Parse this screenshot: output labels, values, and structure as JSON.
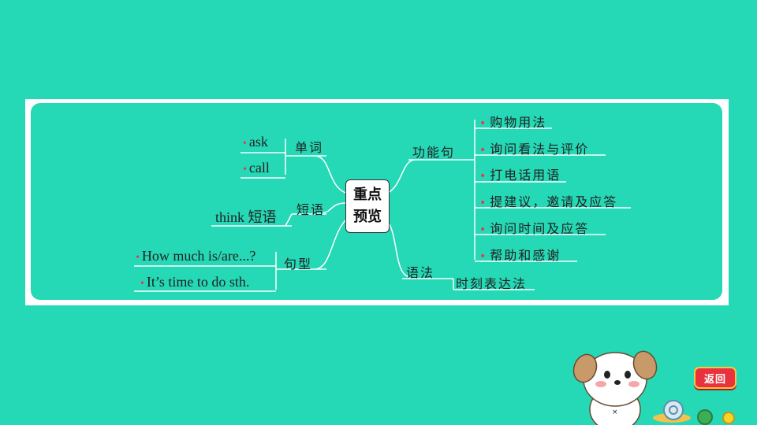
{
  "center_label": [
    "重点",
    "预览"
  ],
  "left": {
    "vocab": {
      "label": "单词",
      "items": [
        "ask",
        "call"
      ]
    },
    "phrase": {
      "label": "短语",
      "items": [
        "think 短语"
      ]
    },
    "sentence": {
      "label": "句型",
      "items": [
        "How much is/are...?",
        "It’s time to do sth."
      ]
    }
  },
  "right": {
    "function": {
      "label": "功能句",
      "items": [
        "购物用法",
        "询问看法与评价",
        "打电话用语",
        "提建议，邀请及应答",
        "询问时间及应答",
        "帮助和感谢"
      ]
    },
    "grammar": {
      "label": "语法",
      "items": [
        "时刻表达法"
      ]
    }
  },
  "back_button": "返回",
  "colors": {
    "background": "#25d8b6",
    "bullet": "#e23b4e",
    "button": "#e8323f"
  }
}
